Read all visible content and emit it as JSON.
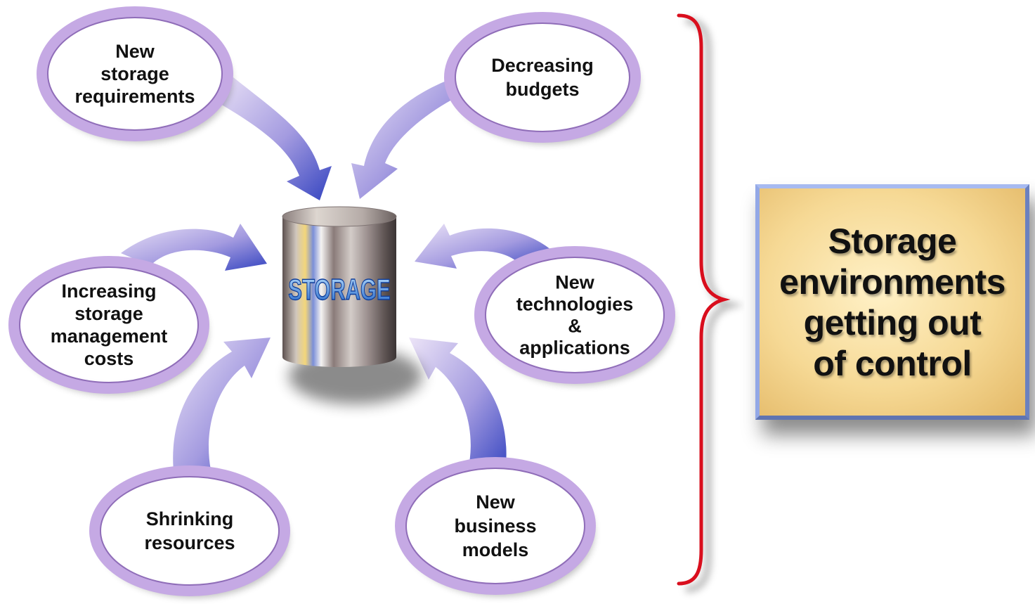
{
  "center": {
    "label": "STORAGE"
  },
  "drivers": [
    {
      "lines": [
        "New",
        "storage",
        "requirements"
      ]
    },
    {
      "lines": [
        "Decreasing",
        "budgets"
      ]
    },
    {
      "lines": [
        "Increasing",
        "storage",
        "management",
        "costs"
      ]
    },
    {
      "lines": [
        "New",
        "technologies",
        "&",
        "applications"
      ]
    },
    {
      "lines": [
        "Shrinking",
        "resources"
      ]
    },
    {
      "lines": [
        "New",
        "business",
        "models"
      ]
    }
  ],
  "result": {
    "lines": [
      "Storage",
      "environments",
      "getting out",
      "of control"
    ]
  },
  "colors": {
    "ellipse_ring": "#c5a9e4",
    "ellipse_ring_dark": "#8f6db8",
    "arrow_light": "#e6dcf5",
    "arrow_dark": "#3c4fc0",
    "brace": "#d90e1d",
    "box_border": "#8ea3dd",
    "box_fill": "#f6d995"
  }
}
